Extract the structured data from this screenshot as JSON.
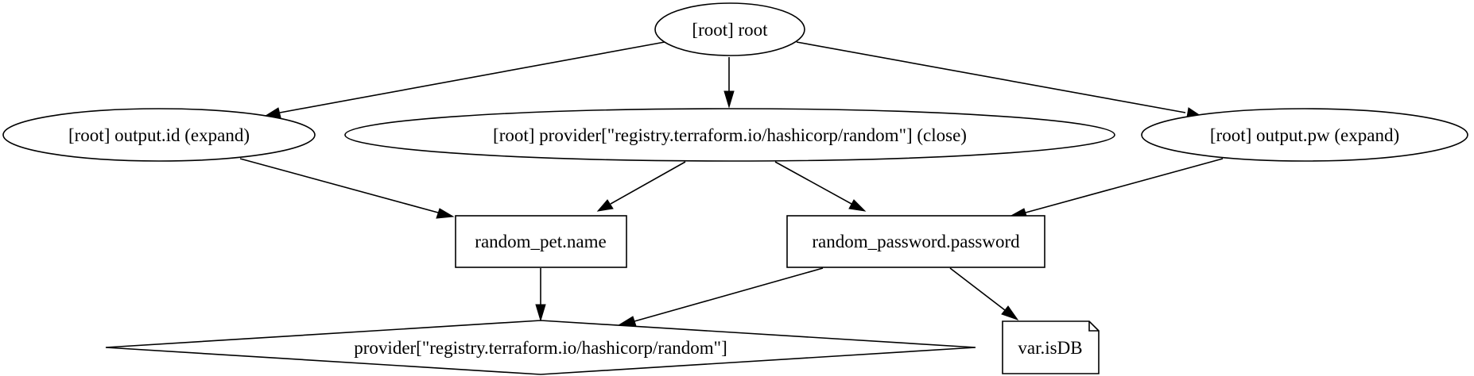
{
  "graph": {
    "nodes": {
      "root": {
        "label": "[root] root",
        "shape": "ellipse"
      },
      "output_id": {
        "label": "[root] output.id (expand)",
        "shape": "ellipse"
      },
      "provider_close": {
        "label": "[root] provider[\"registry.terraform.io/hashicorp/random\"] (close)",
        "shape": "ellipse"
      },
      "output_pw": {
        "label": "[root] output.pw (expand)",
        "shape": "ellipse"
      },
      "random_pet": {
        "label": "random_pet.name",
        "shape": "box"
      },
      "random_password": {
        "label": "random_password.password",
        "shape": "box"
      },
      "provider": {
        "label": "provider[\"registry.terraform.io/hashicorp/random\"]",
        "shape": "diamond"
      },
      "var_isdb": {
        "label": "var.isDB",
        "shape": "note"
      }
    },
    "edges": [
      {
        "from": "root",
        "to": "output_id"
      },
      {
        "from": "root",
        "to": "provider_close"
      },
      {
        "from": "root",
        "to": "output_pw"
      },
      {
        "from": "output_id",
        "to": "random_pet"
      },
      {
        "from": "provider_close",
        "to": "random_pet"
      },
      {
        "from": "provider_close",
        "to": "random_password"
      },
      {
        "from": "output_pw",
        "to": "random_password"
      },
      {
        "from": "random_pet",
        "to": "provider"
      },
      {
        "from": "random_password",
        "to": "provider"
      },
      {
        "from": "random_password",
        "to": "var_isdb"
      }
    ]
  }
}
